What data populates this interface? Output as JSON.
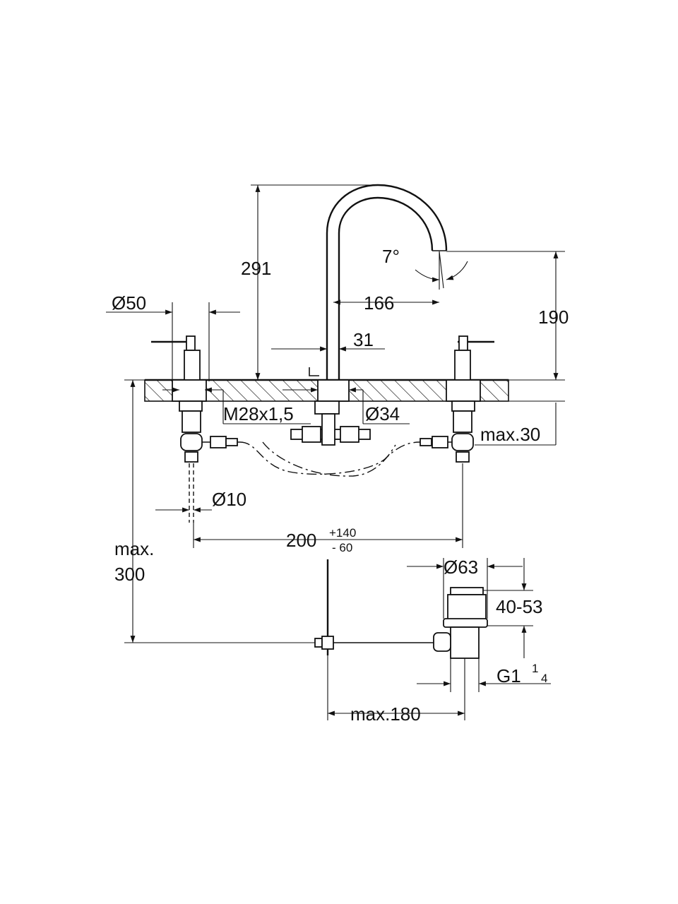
{
  "dimensions": {
    "height_spout": "291",
    "spout_angle": "7°",
    "spout_reach": "166",
    "spout_height": "190",
    "handle_diameter": "Ø50",
    "spout_base_width": "31",
    "thread": "M28x1,5",
    "base_diameter": "Ø34",
    "max_thickness": "max.30",
    "hose_diameter": "Ø10",
    "spacing_main": "200",
    "spacing_plus": "+140",
    "spacing_minus": "- 60",
    "max_label": "max.",
    "max_value": "300",
    "drain_diameter": "Ø63",
    "drain_range": "40-53",
    "drain_thread": "G1",
    "drain_thread_fraction_num": "1",
    "drain_thread_fraction_den": "4",
    "rod_length": "max.180"
  }
}
